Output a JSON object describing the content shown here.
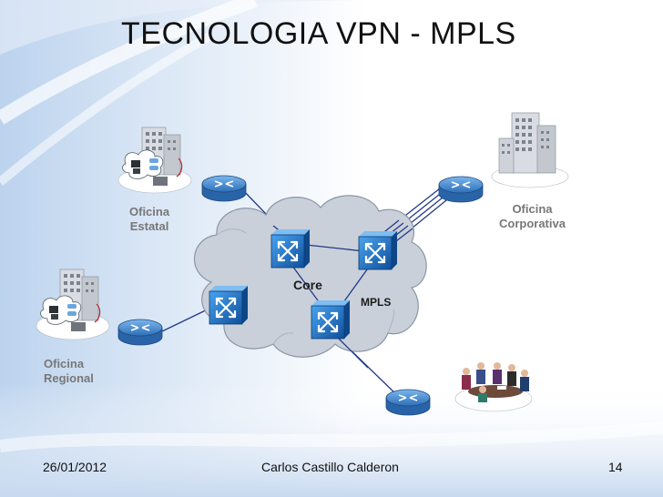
{
  "title": "TECNOLOGIA VPN  - MPLS",
  "labels": {
    "oficina_estatal": "Oficina Estatal",
    "oficina_estatal_line1": "Oficina",
    "oficina_estatal_line2": "Estatal",
    "oficina_corporativa_line1": "Oficina",
    "oficina_corporativa_line2": "Corporativa",
    "oficina_regional_line1": "Oficina",
    "oficina_regional_line2": "Regional",
    "core": "Core",
    "mpls": "MPLS"
  },
  "footer": {
    "date": "26/01/2012",
    "author": "Carlos Castillo Calderon",
    "page": "14"
  },
  "colors": {
    "background_blue": "#cfe0f4",
    "cloud_fill": "#c9d0da",
    "switch_blue": "#1d73c4",
    "router_blue": "#3f7fc6",
    "link_blue": "#233a86"
  },
  "icons": [
    "router-icon",
    "mpls-switch-icon",
    "office-building-icon",
    "meeting-room-icon",
    "cloud-icon"
  ]
}
